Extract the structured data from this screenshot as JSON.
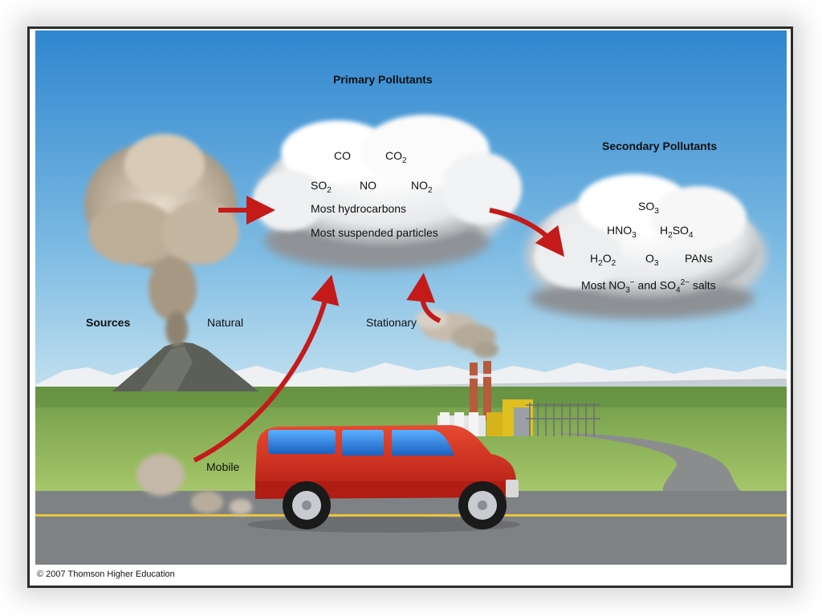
{
  "headings": {
    "primary": "Primary Pollutants",
    "secondary": "Secondary Pollutants",
    "sources": "Sources"
  },
  "sources": {
    "natural": "Natural",
    "stationary": "Stationary",
    "mobile": "Mobile"
  },
  "primary": {
    "co": "CO",
    "co2": "CO",
    "co2_sub": "2",
    "so2": "SO",
    "so2_sub": "2",
    "no": "NO",
    "no2": "NO",
    "no2_sub": "2",
    "hydrocarbons": "Most hydrocarbons",
    "particles": "Most suspended particles"
  },
  "secondary": {
    "so3": "SO",
    "so3_sub": "3",
    "hno3": "HNO",
    "hno3_sub": "3",
    "h2so4_a": "H",
    "h2so4_sub1": "2",
    "h2so4_b": "SO",
    "h2so4_sub2": "4",
    "h2o2_a": "H",
    "h2o2_sub1": "2",
    "h2o2_b": "O",
    "h2o2_sub2": "2",
    "o3": "O",
    "o3_sub": "3",
    "pans": "PANs",
    "salts_a": "Most NO",
    "salts_sub1": "3",
    "salts_sup1": "−",
    "salts_b": " and SO",
    "salts_sub2": "4",
    "salts_sup2": "2−",
    "salts_c": " salts"
  },
  "caption": "© 2007 Thomson Higher Education",
  "colors": {
    "sky_top": "#2f86cf",
    "sky_bottom": "#c9e3f0",
    "grass": "#8fb45a",
    "road": "#7f8284",
    "arrow": "#c41a1a",
    "car": "#d6281c"
  }
}
